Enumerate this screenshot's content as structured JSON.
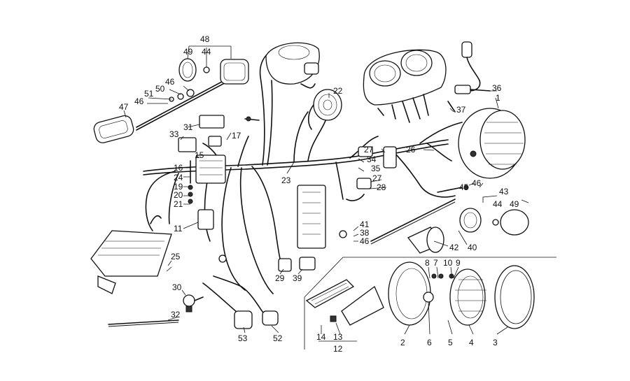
{
  "labels": {
    "l48": "48",
    "l49a": "49",
    "l44a": "44",
    "l46a": "46",
    "l50": "50",
    "l51": "51",
    "l46b": "46",
    "l47": "47",
    "l22": "22",
    "l36": "36",
    "l1": "1",
    "l37": "37",
    "l31": "31",
    "l17": "17",
    "l33": "33",
    "l15": "15",
    "l16": "16",
    "l24": "24",
    "l19": "19",
    "l20": "20",
    "l21": "21",
    "l11": "11",
    "l23": "23",
    "l27a": "27",
    "l34": "34",
    "l35": "35",
    "l27b": "27",
    "l28": "28",
    "l26": "26",
    "l45": "45",
    "l46c": "46",
    "l43": "43",
    "l44b": "44",
    "l49b": "49",
    "l41": "41",
    "l38": "38",
    "l46d": "46",
    "l42": "42",
    "l40": "40",
    "l25": "25",
    "l29": "29",
    "l39": "39",
    "l30": "30",
    "l32": "32",
    "l53": "53",
    "l52": "52",
    "l8": "8",
    "l7": "7",
    "l10": "10",
    "l9": "9",
    "l14": "14",
    "l13": "13",
    "l12": "12",
    "l2": "2",
    "l6": "6",
    "l5": "5",
    "l4": "4",
    "l3": "3"
  }
}
